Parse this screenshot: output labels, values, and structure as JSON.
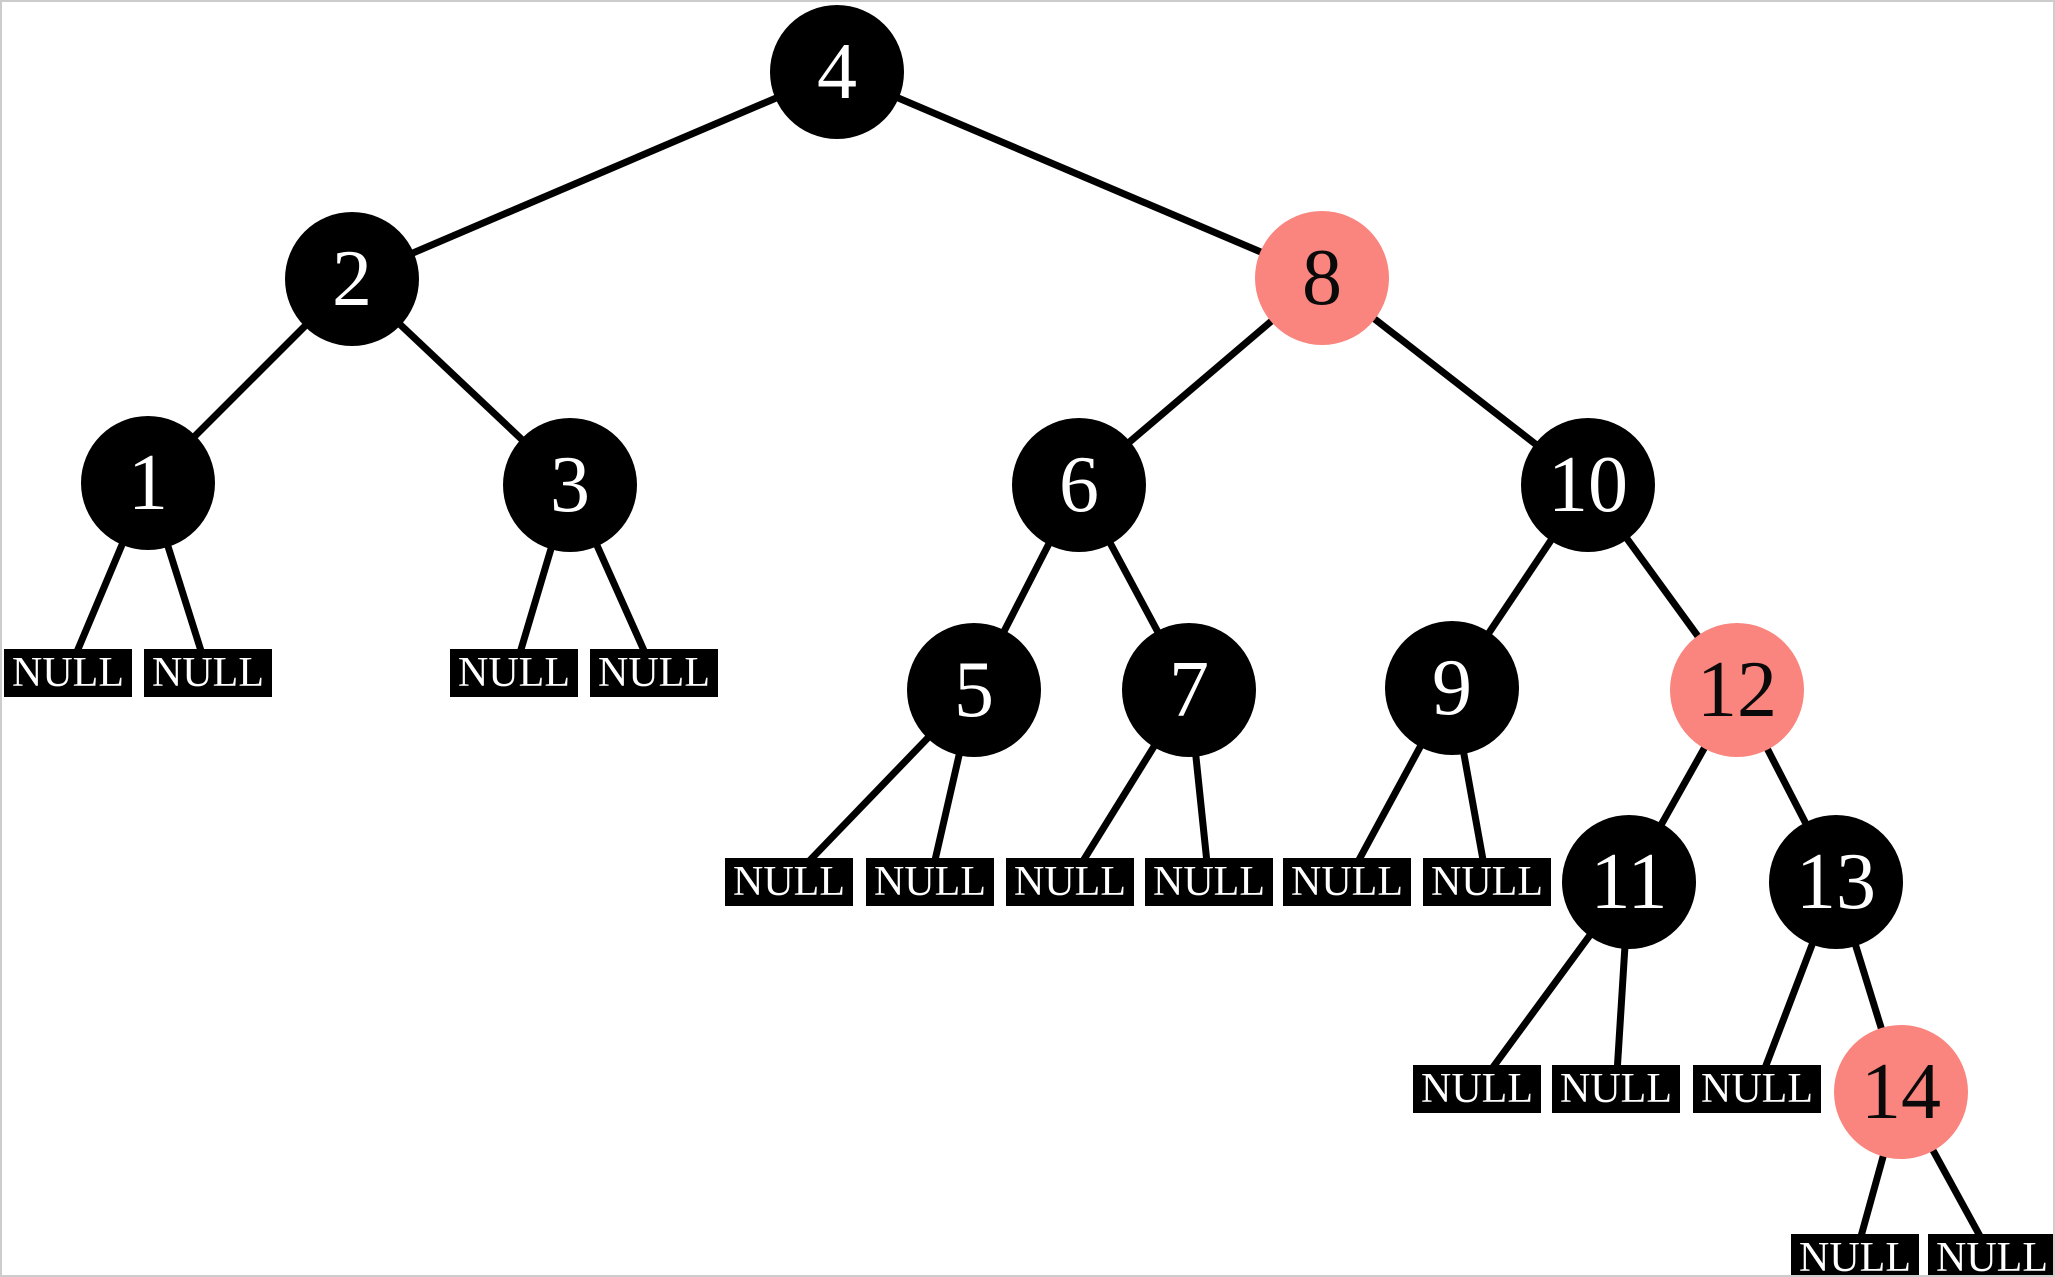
{
  "diagram": {
    "type": "red-black-tree",
    "null_label": "NULL",
    "nodes": [
      {
        "key": "4",
        "color": "black"
      },
      {
        "key": "2",
        "color": "black"
      },
      {
        "key": "8",
        "color": "red"
      },
      {
        "key": "1",
        "color": "black"
      },
      {
        "key": "3",
        "color": "black"
      },
      {
        "key": "6",
        "color": "black"
      },
      {
        "key": "10",
        "color": "black"
      },
      {
        "key": "5",
        "color": "black"
      },
      {
        "key": "7",
        "color": "black"
      },
      {
        "key": "9",
        "color": "black"
      },
      {
        "key": "12",
        "color": "red"
      },
      {
        "key": "11",
        "color": "black"
      },
      {
        "key": "13",
        "color": "black"
      },
      {
        "key": "14",
        "color": "red"
      }
    ],
    "edges": [
      [
        "4",
        "2"
      ],
      [
        "4",
        "8"
      ],
      [
        "2",
        "1"
      ],
      [
        "2",
        "3"
      ],
      [
        "8",
        "6"
      ],
      [
        "8",
        "10"
      ],
      [
        "1",
        "NULL"
      ],
      [
        "1",
        "NULL"
      ],
      [
        "3",
        "NULL"
      ],
      [
        "3",
        "NULL"
      ],
      [
        "6",
        "5"
      ],
      [
        "6",
        "7"
      ],
      [
        "10",
        "9"
      ],
      [
        "10",
        "12"
      ],
      [
        "5",
        "NULL"
      ],
      [
        "5",
        "NULL"
      ],
      [
        "7",
        "NULL"
      ],
      [
        "7",
        "NULL"
      ],
      [
        "9",
        "NULL"
      ],
      [
        "9",
        "NULL"
      ],
      [
        "12",
        "11"
      ],
      [
        "12",
        "13"
      ],
      [
        "11",
        "NULL"
      ],
      [
        "11",
        "NULL"
      ],
      [
        "13",
        "NULL"
      ],
      [
        "13",
        "14"
      ],
      [
        "14",
        "NULL"
      ],
      [
        "14",
        "NULL"
      ]
    ],
    "colors": {
      "black_node": "#000000",
      "red_node": "#F9857E",
      "node_text_on_black": "#FFFFFF",
      "node_text_on_red": "#0A0A0A",
      "edge": "#000000",
      "null_bg": "#000000",
      "null_text": "#FFFFFF",
      "background": "#FFFFFF",
      "frame_border": "#CCCCCC"
    }
  }
}
